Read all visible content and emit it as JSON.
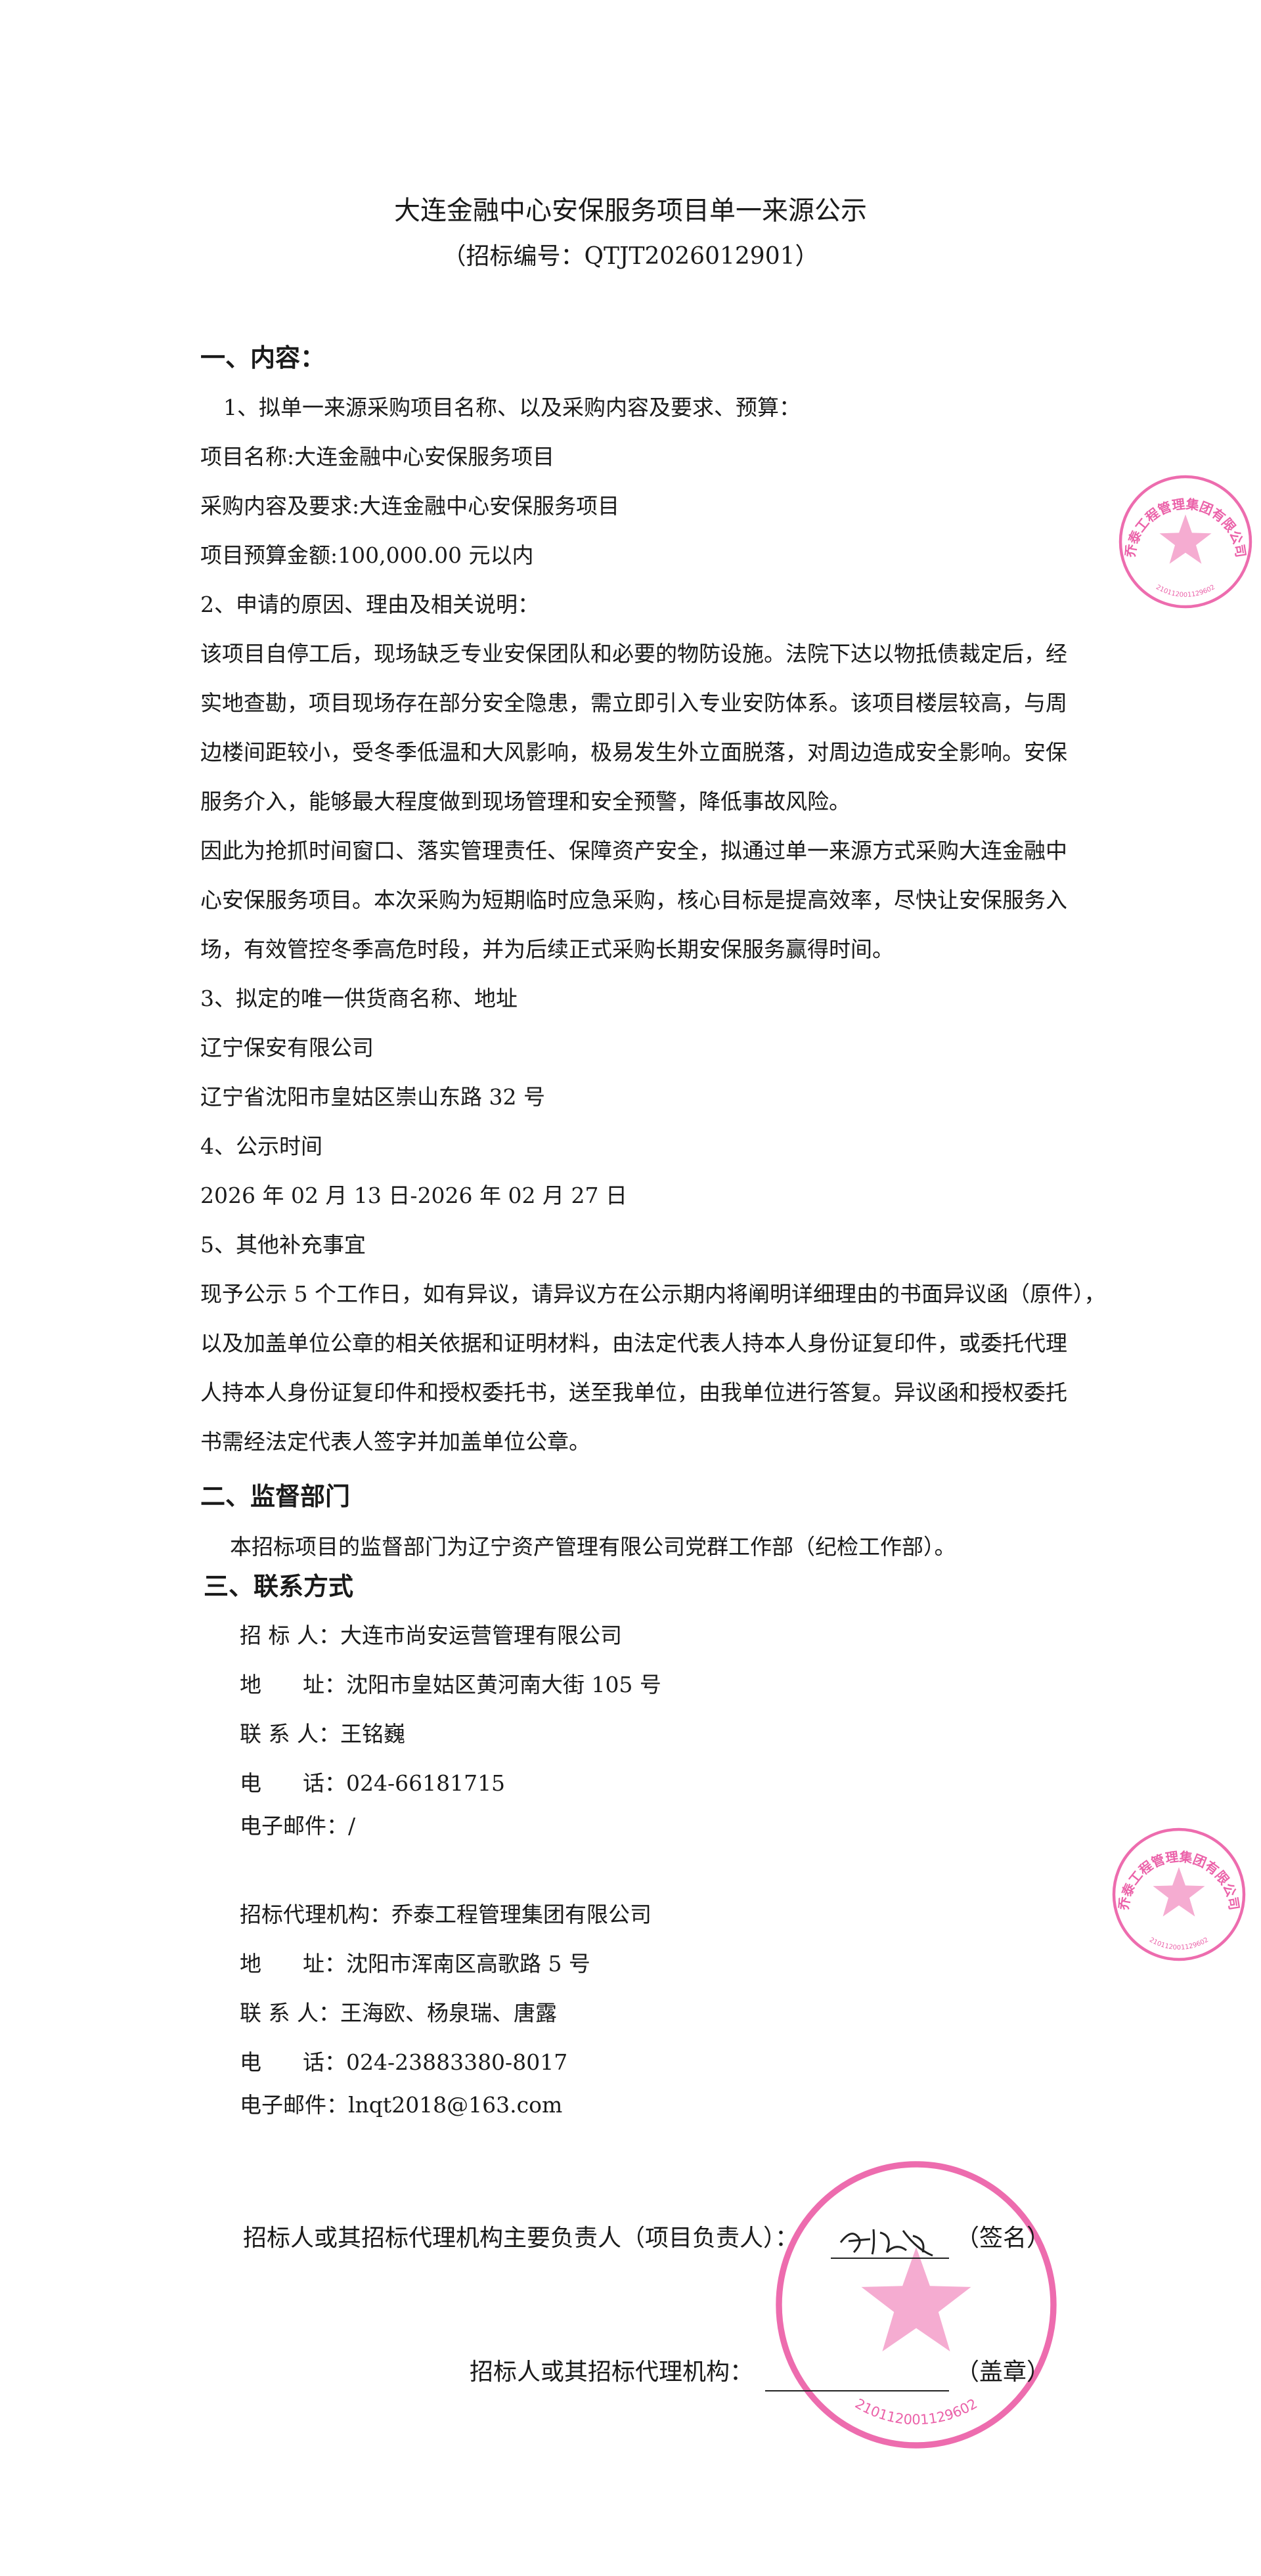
{
  "title": "大连金融中心安保服务项目单一来源公示",
  "bid_number": "（招标编号：QTJT2026012901）",
  "section1": {
    "heading": "一、内容：",
    "item1": "1、拟单一来源采购项目名称、以及采购内容及要求、预算：",
    "project_name": "项目名称:大连金融中心安保服务项目",
    "procurement_content": "采购内容及要求:大连金融中心安保服务项目",
    "budget": "项目预算金额:100,000.00  元以内",
    "item2": "2、申请的原因、理由及相关说明：",
    "reason_lines": [
      "该项目自停工后，现场缺乏专业安保团队和必要的物防设施。法院下达以物抵债裁定后，经",
      "实地查勘，项目现场存在部分安全隐患，需立即引入专业安防体系。该项目楼层较高，与周",
      "边楼间距较小，受冬季低温和大风影响，极易发生外立面脱落，对周边造成安全影响。安保",
      "服务介入，能够最大程度做到现场管理和安全预警，降低事故风险。"
    ],
    "purpose_lines": [
      "因此为抢抓时间窗口、落实管理责任、保障资产安全，拟通过单一来源方式采购大连金融中",
      "心安保服务项目。本次采购为短期临时应急采购，核心目标是提高效率，尽快让安保服务入",
      "场，有效管控冬季高危时段，并为后续正式采购长期安保服务赢得时间。"
    ],
    "item3": "3、拟定的唯一供货商名称、地址",
    "supplier_name": "辽宁保安有限公司",
    "supplier_address": "辽宁省沈阳市皇姑区崇山东路 32 号",
    "item4": "4、公示时间",
    "period": "2026 年 02 月 13 日-2026 年 02 月 27 日",
    "item5": "5、其他补充事宜",
    "other_lines": [
      "现予公示 5 个工作日，如有异议，请异议方在公示期内将阐明详细理由的书面异议函（原件），",
      "以及加盖单位公章的相关依据和证明材料，由法定代表人持本人身份证复印件，或委托代理",
      "人持本人身份证复印件和授权委托书，送至我单位，由我单位进行答复。异议函和授权委托",
      "书需经法定代表人签字并加盖单位公章。"
    ]
  },
  "section2": {
    "heading": "二、监督部门",
    "text": "本招标项目的监督部门为辽宁资产管理有限公司党群工作部（纪检工作部）。"
  },
  "section3": {
    "heading": "三、联系方式",
    "tenderer": [
      {
        "label": "招 标 人：",
        "value": "大连市尚安运营管理有限公司"
      },
      {
        "label": "地      址：",
        "value": "沈阳市皇姑区黄河南大街 105 号"
      },
      {
        "label": "联 系 人：",
        "value": "王铭巍"
      },
      {
        "label": "电      话：",
        "value": "024-66181715"
      },
      {
        "label": "电子邮件：",
        "value": "/"
      }
    ],
    "agency": [
      {
        "label": "招标代理机构：",
        "value": "乔泰工程管理集团有限公司"
      },
      {
        "label": "地      址：",
        "value": "沈阳市浑南区高歌路 5 号"
      },
      {
        "label": "联 系 人：",
        "value": "王海欧、杨泉瑞、唐露"
      },
      {
        "label": "电      话：",
        "value": "024-23883380-8017"
      },
      {
        "label": "电子邮件：",
        "value": "lnqt2018@163.com"
      }
    ]
  },
  "signature": {
    "responsible_label": "招标人或其招标代理机构主要负责人（项目负责人）：",
    "sign_suffix": "（签名）",
    "agency_label": "招标人或其招标代理机构：",
    "seal_suffix": "（盖章）"
  },
  "stamp": {
    "name": "乔泰工程管理集团有限公司",
    "number": "210112001129602",
    "color": "#e8479a"
  }
}
